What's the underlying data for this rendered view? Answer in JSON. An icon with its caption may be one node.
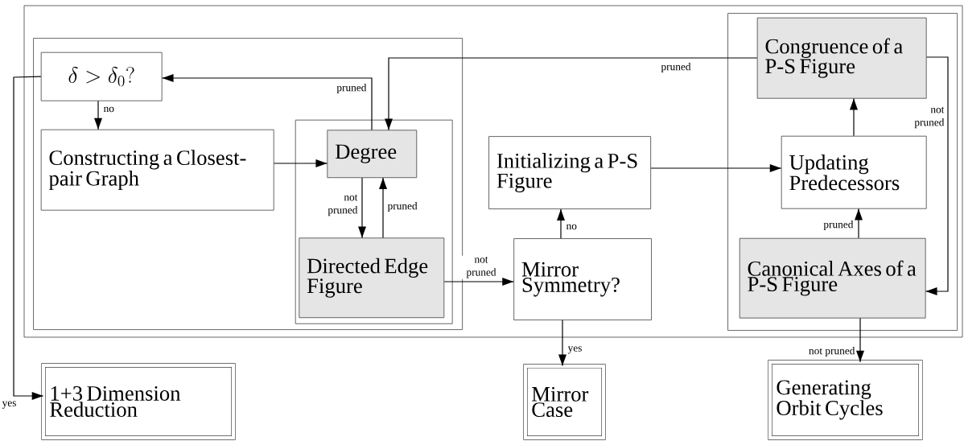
{
  "diagram": {
    "nodes": [
      {
        "text": [],
        "shape": "box"
      },
      {
        "text": [],
        "shape": "box",
        "in": 0
      },
      {
        "text": [
          "\\delta > \\delta_0?"
        ],
        "in": 1
      },
      {
        "text": [
          "Constructing a Closest-pair Graph"
        ],
        "in": 1
      },
      {
        "text": [],
        "shape": "box",
        "in": 1
      },
      {
        "text": [
          "Degree"
        ],
        "in": 4
      },
      {
        "text": [
          "Directed Edge Figure"
        ],
        "in": 4
      },
      {
        "text": [
          "Initializing a P-S Figure"
        ],
        "in": 0
      },
      {
        "text": [
          "Mirror Symmetry?"
        ],
        "in": 0
      },
      {
        "text": [],
        "shape": "box",
        "in": 0
      },
      {
        "text": [
          "Congruence of a P-S Figure"
        ],
        "in": 9
      },
      {
        "text": [
          "Updating Predecessors"
        ],
        "in": 9
      },
      {
        "text": [
          "Canonical Axes of a P-S Figure"
        ],
        "in": 9
      },
      {
        "text": [
          "1+3 Dimension Reduction"
        ]
      },
      {
        "text": [
          "Mirror Case"
        ]
      },
      {
        "text": [
          "Generating Orbit Cycles"
        ]
      }
    ],
    "edges": [
      {
        "from": 2,
        "to": 13,
        "arrow": "to",
        "label": "yes"
      },
      {
        "from": 2,
        "to": 3,
        "arrow": "to",
        "label": "no"
      },
      {
        "from": 3,
        "to": 5,
        "arrow": "to"
      },
      {
        "from": 5,
        "to": 2,
        "arrow": "to",
        "label": "pruned"
      },
      {
        "from": 10,
        "to": 5,
        "arrow": "to",
        "label": "pruned"
      },
      {
        "from": 5,
        "to": 6,
        "arrow": "to",
        "label": "not pruned"
      },
      {
        "from": 6,
        "to": 5,
        "arrow": "to",
        "label": "pruned"
      },
      {
        "from": 6,
        "to": 8,
        "arrow": "to",
        "label": "not pruned"
      },
      {
        "from": 8,
        "to": 7,
        "arrow": "to",
        "label": "no"
      },
      {
        "from": 8,
        "to": 14,
        "arrow": "to",
        "label": "yes"
      },
      {
        "from": 7,
        "to": 11,
        "arrow": "to"
      },
      {
        "from": 11,
        "to": 10,
        "arrow": "to"
      },
      {
        "from": 12,
        "to": 11,
        "arrow": "to",
        "label": "pruned"
      },
      {
        "from": 10,
        "to": 12,
        "arrow": "to",
        "label": "not pruned"
      },
      {
        "from": 12,
        "to": 15,
        "arrow": "to",
        "label": "not pruned"
      }
    ]
  }
}
